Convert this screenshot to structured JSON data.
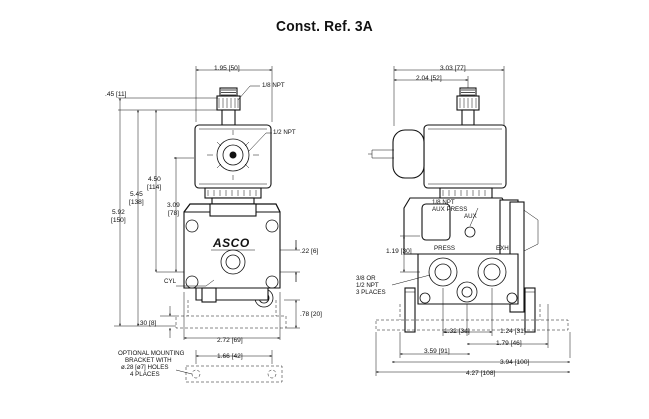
{
  "title": "Const. Ref. 3A",
  "left_view": {
    "dim_top_width": "1.95 [50]",
    "dim_045": ".45 [11]",
    "dim_450": "4.50",
    "dim_450_mm": "[114]",
    "dim_545": "5.45",
    "dim_545_mm": "[138]",
    "dim_592": "5.92",
    "dim_592_mm": "[150]",
    "dim_309": "3.09",
    "dim_309_mm": "[78]",
    "dim_022": ".22 [6]",
    "dim_078": ".78 [20]",
    "dim_030": ".30 [8]",
    "dim_272": "2.72 [69]",
    "dim_166": "1.66 [42]",
    "label_npt18": "1/8 NPT",
    "label_npt12": "1/2 NPT",
    "label_cyl": "CYL",
    "logo": "ASCO",
    "bracket_note_1": "OPTIONAL MOUNTING",
    "bracket_note_2": "BRACKET WITH",
    "bracket_note_3": "ø.28 [ø7] HOLES",
    "bracket_note_4": "4 PLACES"
  },
  "right_view": {
    "dim_303": "3.03 [77]",
    "dim_204": "2.04 [52]",
    "dim_119": "1.19 [30]",
    "dim_132": "1.32 [34]",
    "dim_124": "1.24 [31]",
    "dim_179": "1.79 [46]",
    "dim_359": "3.59 [91]",
    "dim_394": "3.94 [100]",
    "dim_427": "4.27 [108]",
    "label_aux_1": "1/8 NPT",
    "label_aux_2": "AUX PRESS",
    "label_aux": "AUX",
    "label_press": "PRESS",
    "label_exh": "EXH",
    "label_ports_1": "3/8 OR",
    "label_ports_2": "1/2 NPT",
    "label_ports_3": "3 PLACES"
  }
}
